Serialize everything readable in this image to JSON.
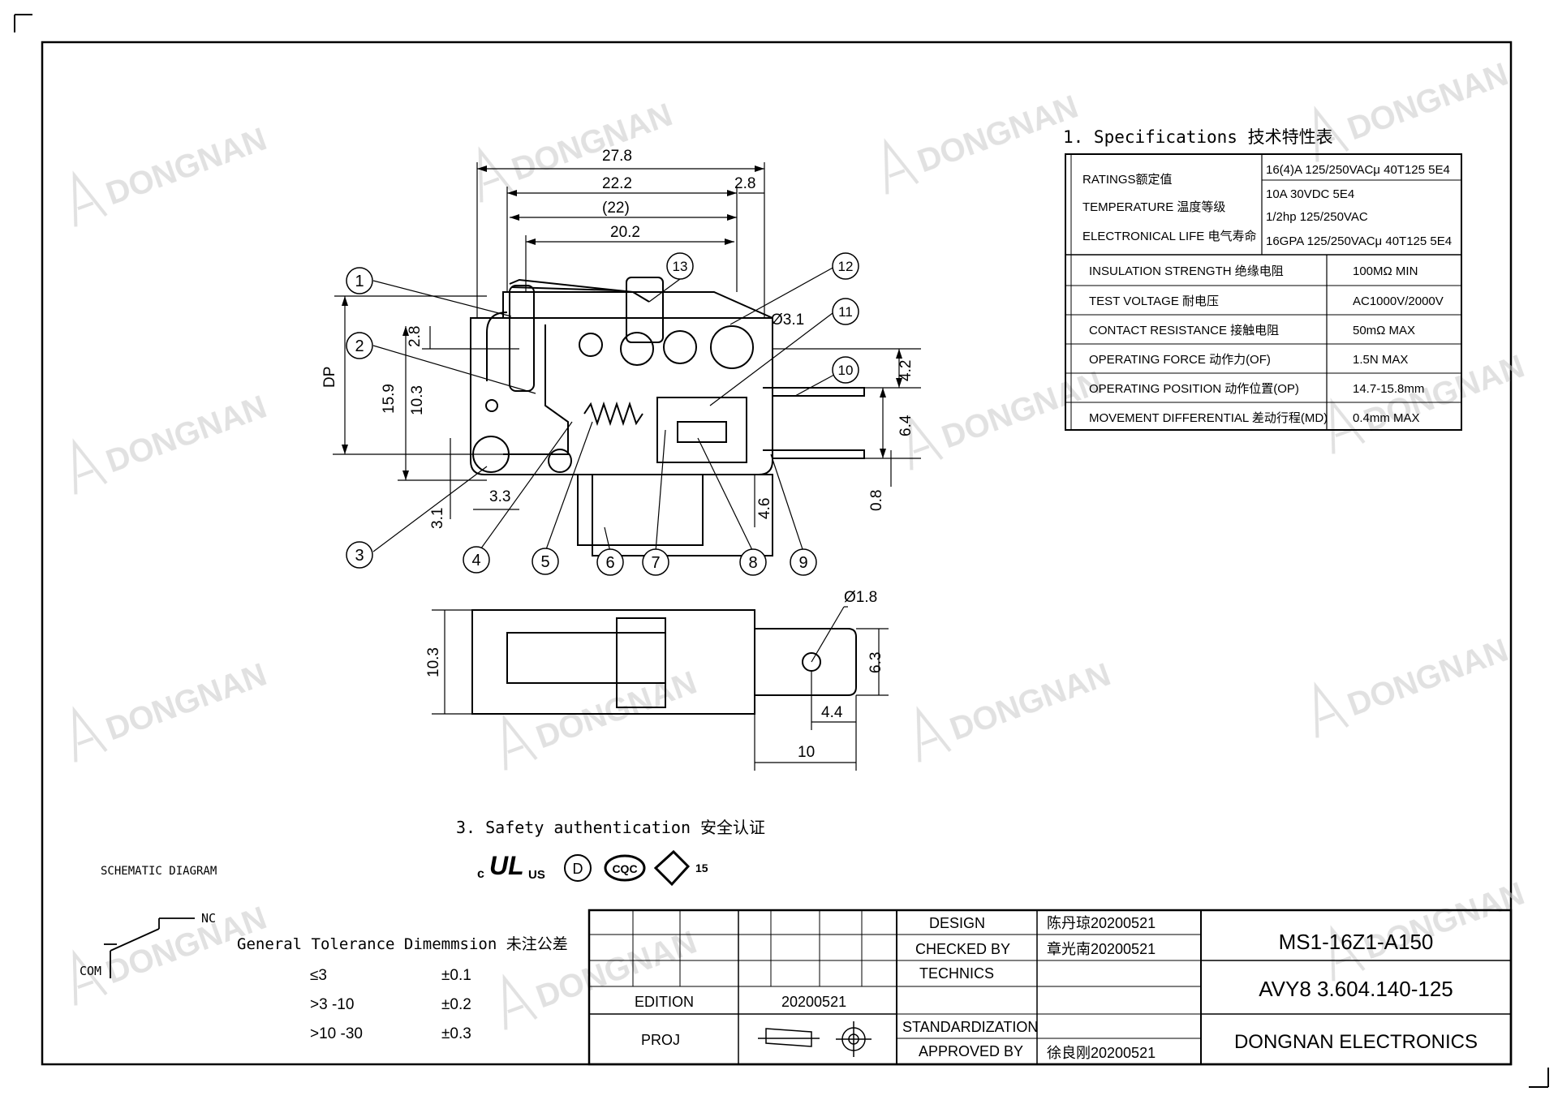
{
  "watermark": {
    "text": "DONGNAN"
  },
  "drawing": {
    "dims_top": [
      "27.8",
      "22.2",
      "2.8",
      "(22)",
      "20.2"
    ],
    "dims_left": [
      "DP",
      "15.9",
      "10.3",
      "2.8"
    ],
    "dims_right": [
      "4.2",
      "6.4",
      "0.8"
    ],
    "dims_bottom": [
      "3.3",
      "3.1",
      "4.6"
    ],
    "hole_dia": "Ø3.1",
    "callouts": [
      "1",
      "2",
      "3",
      "4",
      "5",
      "6",
      "7",
      "8",
      "9",
      "10",
      "11",
      "12",
      "13"
    ]
  },
  "side_view": {
    "height": "10.3",
    "hole": "Ø1.8",
    "tab_height": "6.3",
    "tab_hole_pos": "4.4",
    "tab_len": "10"
  },
  "specs": {
    "heading": "1. Specifications  技术特性表",
    "ratings_labels": [
      "RATINGS额定值",
      "TEMPERATURE 温度等级",
      "ELECTRONICAL LIFE 电气寿命"
    ],
    "ratings_values": [
      "16(4)A 125/250VACμ 40T125 5E4",
      "10A 30VDC  5E4",
      "1/2hp 125/250VAC",
      "16GPA 125/250VACμ 40T125 5E4"
    ],
    "rows": [
      {
        "label": "INSULATION STRENGTH 绝缘电阻",
        "value": "100MΩ MIN"
      },
      {
        "label": "TEST VOLTAGE 耐电压",
        "value": "AC1000V/2000V"
      },
      {
        "label": "CONTACT RESISTANCE 接触电阻",
        "value": "50mΩ MAX"
      },
      {
        "label": "OPERATING FORCE 动作力(OF)",
        "value": "1.5N MAX"
      },
      {
        "label": "OPERATING POSITION 动作位置(OP)",
        "value": "14.7-15.8mm"
      },
      {
        "label": "MOVEMENT DIFFERENTIAL 差动行程(MD)",
        "value": "0.4mm MAX"
      }
    ]
  },
  "safety": {
    "heading": "3. Safety authentication  安全认证",
    "ul_c": "c",
    "ul_us": "US",
    "ul_mark": "UL",
    "vde": "D",
    "cqc": "CQC",
    "enec_num": "15"
  },
  "schematic": {
    "title": "SCHEMATIC DIAGRAM",
    "nc": "NC",
    "com": "COM"
  },
  "tolerance": {
    "title": "General Tolerance Dimemmsion 未注公差",
    "rows": [
      [
        "≤3",
        "±0.1"
      ],
      [
        ">3 -10",
        "±0.2"
      ],
      [
        ">10 -30",
        "±0.3"
      ]
    ]
  },
  "titleblock": {
    "edition_label": "EDITION",
    "edition_date": "20200521",
    "proj_label": "PROJ",
    "design_label": "DESIGN",
    "design_value": "陈丹琼20200521",
    "checked_label": "CHECKED BY",
    "checked_value": "章光南20200521",
    "technics_label": "TECHNICS",
    "std_label": "STANDARDIZATION",
    "approved_label": "APPROVED BY",
    "approved_value": "徐良刚20200521",
    "part_no": "MS1-16Z1-A150",
    "doc_no": "AVY8 3.604.140-125",
    "company": "DONGNAN ELECTRONICS"
  }
}
